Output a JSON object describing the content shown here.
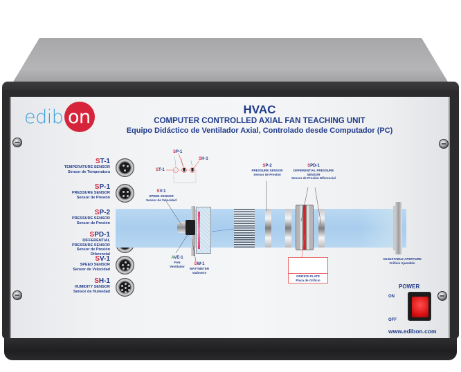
{
  "brand": {
    "logo_left": "edib",
    "logo_right": "on",
    "website": "www.edibon.com",
    "accent_blue": "#1f3a8a",
    "accent_red": "#d6243a",
    "logo_blue": "#3aa0d8"
  },
  "header": {
    "title": "HVAC",
    "subtitle": "COMPUTER CONTROLLED AXIAL FAN TEACHING UNIT",
    "subtitle_es": "Equipo Didáctico de Ventilador Axial, Controlado desde Computador (PC)"
  },
  "sensors": [
    {
      "prefix": "S",
      "code": "T-1",
      "name": "TEMPERATURE SENSOR",
      "name_es": "Sensor de Temperatura",
      "pins": 3
    },
    {
      "prefix": "S",
      "code": "P-1",
      "name": "PRESSURE SENSOR",
      "name_es": "Sensor de Presión",
      "pins": 4
    },
    {
      "prefix": "S",
      "code": "P-2",
      "name": "PRESSURE SENSOR",
      "name_es": "Sensor de Presión",
      "pins": 4
    },
    {
      "prefix": "S",
      "code": "PD-1",
      "name": "DIFFERENTIAL PRESSURE SENSOR",
      "name_es": "Sensor de Presión Diferencial",
      "pins": 4
    },
    {
      "prefix": "S",
      "code": "V-1",
      "name": "SPEED SENSOR",
      "name_es": "Sensor de Velocidad",
      "pins": 5
    },
    {
      "prefix": "S",
      "code": "H-1",
      "name": "HUMIDITY SENSOR",
      "name_es": "Sensor de Humedad",
      "pins": 7
    }
  ],
  "diagram": {
    "st1": {
      "prefix": "S",
      "code": "T-1"
    },
    "sp1": {
      "prefix": "S",
      "code": "P-1"
    },
    "sh1": {
      "prefix": "S",
      "code": "H-1"
    },
    "sv1": {
      "prefix": "S",
      "code": "V-1",
      "name": "SPEED SENSOR",
      "name_es": "Sensor de Velocidad"
    },
    "sp2": {
      "prefix": "S",
      "code": "P-2",
      "name": "PRESSURE SENSOR",
      "name_es": "Sensor de Presión"
    },
    "spd1": {
      "prefix": "S",
      "code": "PD-1",
      "name": "DIFFERENTIAL PRESSURE SENSOR",
      "name_es": "Sensor de Presión Diferencial"
    },
    "ave1": {
      "prefix": "A",
      "code": "VE-1",
      "name": "FAN",
      "name_es": "Ventilador"
    },
    "sw1": {
      "prefix": "S",
      "code": "W-1",
      "name": "WATTMETER",
      "name_es": "Vatímetro"
    },
    "orifice": {
      "name": "ORIFICE PLATE",
      "name_es": "Placa de Orificio"
    },
    "aperture": {
      "name": "ADJUSTABLE APERTURE",
      "name_es": "Orificio Ajustable"
    }
  },
  "power": {
    "label": "POWER",
    "on": "ON",
    "off": "OFF"
  }
}
